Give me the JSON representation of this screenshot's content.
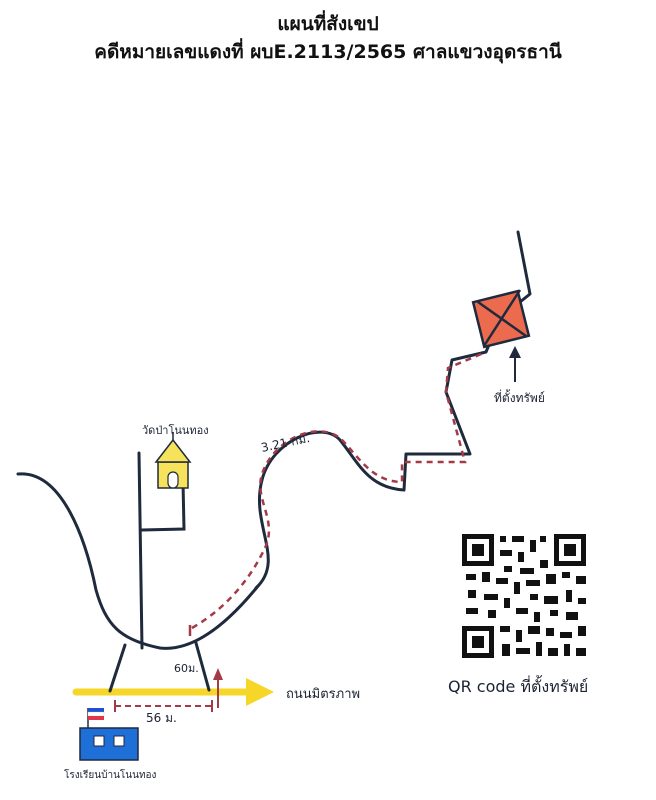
{
  "header": {
    "title": "แผนที่สังเขป",
    "subtitle": "คดีหมายเลขแดงที่ ผบE.2113/2565 ศาลแขวงอุดรธานี"
  },
  "map": {
    "labels": {
      "temple": "วัดป่าโนนทอง",
      "property_marker": "ที่ตั้งทรัพย์",
      "distance_road": "3.21 กม.",
      "distance_60": "60ม.",
      "distance_56": "56 ม.",
      "main_road": "ถนนมิตรภาพ",
      "school": "โรงเรียนบ้านโนนทอง",
      "qr_caption": "QR code ที่ตั้งทรัพย์"
    },
    "icons": {
      "temple": "temple-icon",
      "property": "property-square-icon",
      "school": "school-building-icon",
      "qr": "qr-code-icon",
      "flag": "thai-flag-icon"
    },
    "colors": {
      "road": "#1f2a3d",
      "route": "#a33a48",
      "main_road_arrow": "#f6d629",
      "property_fill": "#ec6a4e",
      "temple_fill": "#f6e35b",
      "school_fill": "#1e6fd8"
    }
  }
}
